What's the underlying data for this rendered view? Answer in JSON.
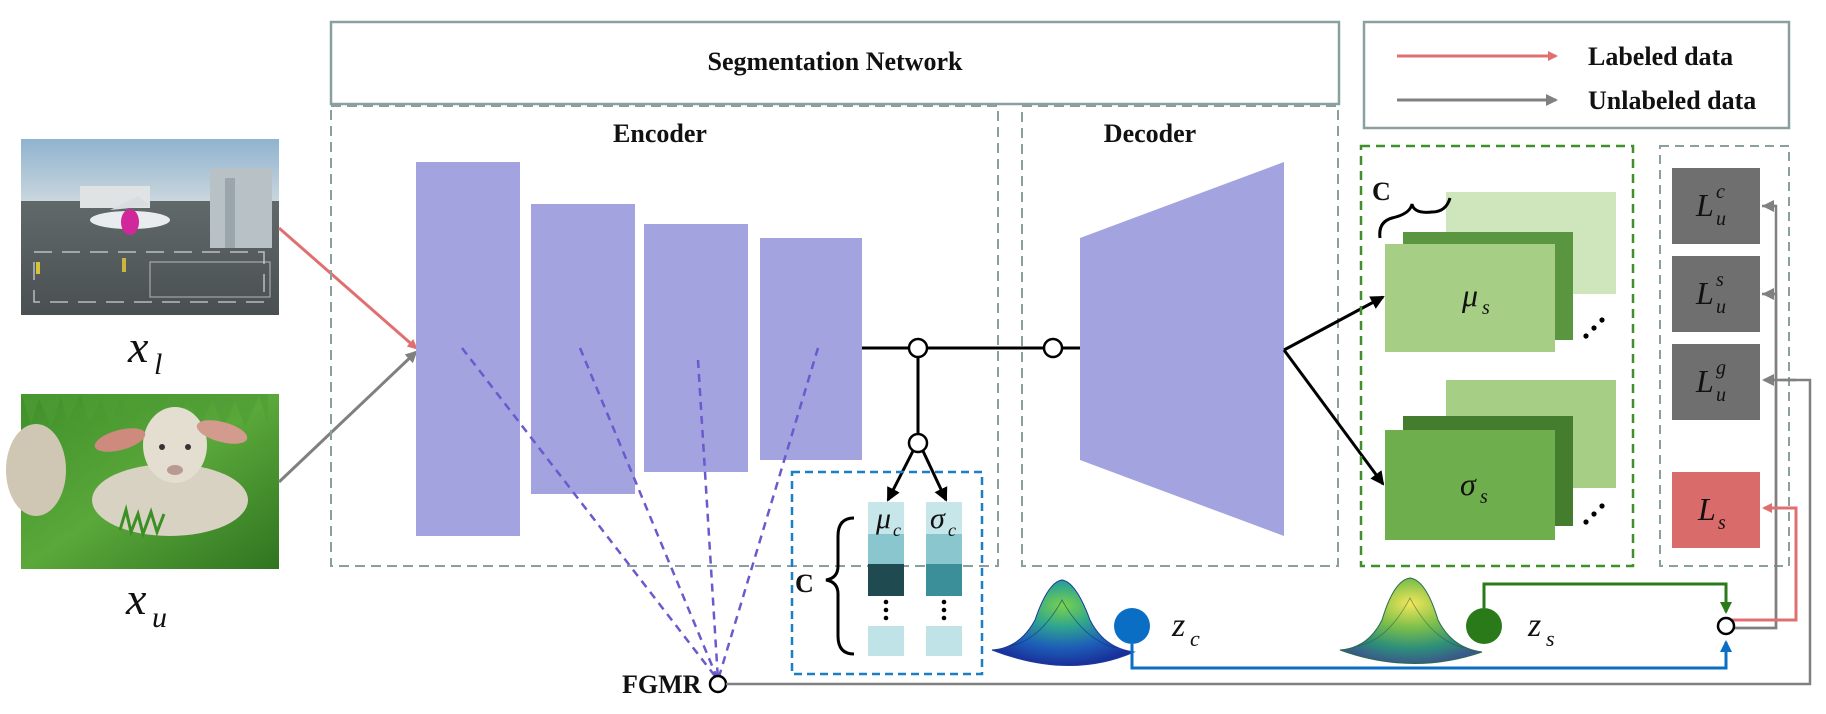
{
  "title": "Segmentation Network",
  "encoder_label": "Encoder",
  "decoder_label": "Decoder",
  "fgmr_label": "FGMR",
  "inputs": {
    "labeled": {
      "var": "x",
      "sub": "l",
      "image": "airplane-photo"
    },
    "unlabeled": {
      "var": "x",
      "sub": "u",
      "image": "lamb-photo"
    }
  },
  "legend": {
    "labeled": "Labeled data",
    "unlabeled": "Unlabeled data"
  },
  "feature_stats": {
    "count_label": "C",
    "mu": {
      "sym": "μ",
      "sub": "c"
    },
    "sigma": {
      "sym": "σ",
      "sub": "c"
    }
  },
  "seg_stats": {
    "count_label": "C",
    "mu": {
      "sym": "μ",
      "sub": "s"
    },
    "sigma": {
      "sym": "σ",
      "sub": "s"
    }
  },
  "samples": {
    "zc": {
      "sym": "z",
      "sub": "c"
    },
    "zs": {
      "sym": "z",
      "sub": "s"
    }
  },
  "losses": [
    {
      "sym": "L",
      "sup": "c",
      "sub": "u"
    },
    {
      "sym": "L",
      "sup": "s",
      "sub": "u"
    },
    {
      "sym": "L",
      "sup": "g",
      "sub": "u"
    },
    {
      "sym": "L",
      "sup": "",
      "sub": "s"
    }
  ],
  "colors": {
    "labeled_arrow": "#e07070",
    "unlabeled_arrow": "#808080",
    "network": "#a3a3df",
    "loss_unlabeled": "#6f6f6f",
    "loss_labeled": "#d96b6b",
    "green_dark": "#2a7a1a",
    "blue_dot": "#0a6fc4"
  }
}
